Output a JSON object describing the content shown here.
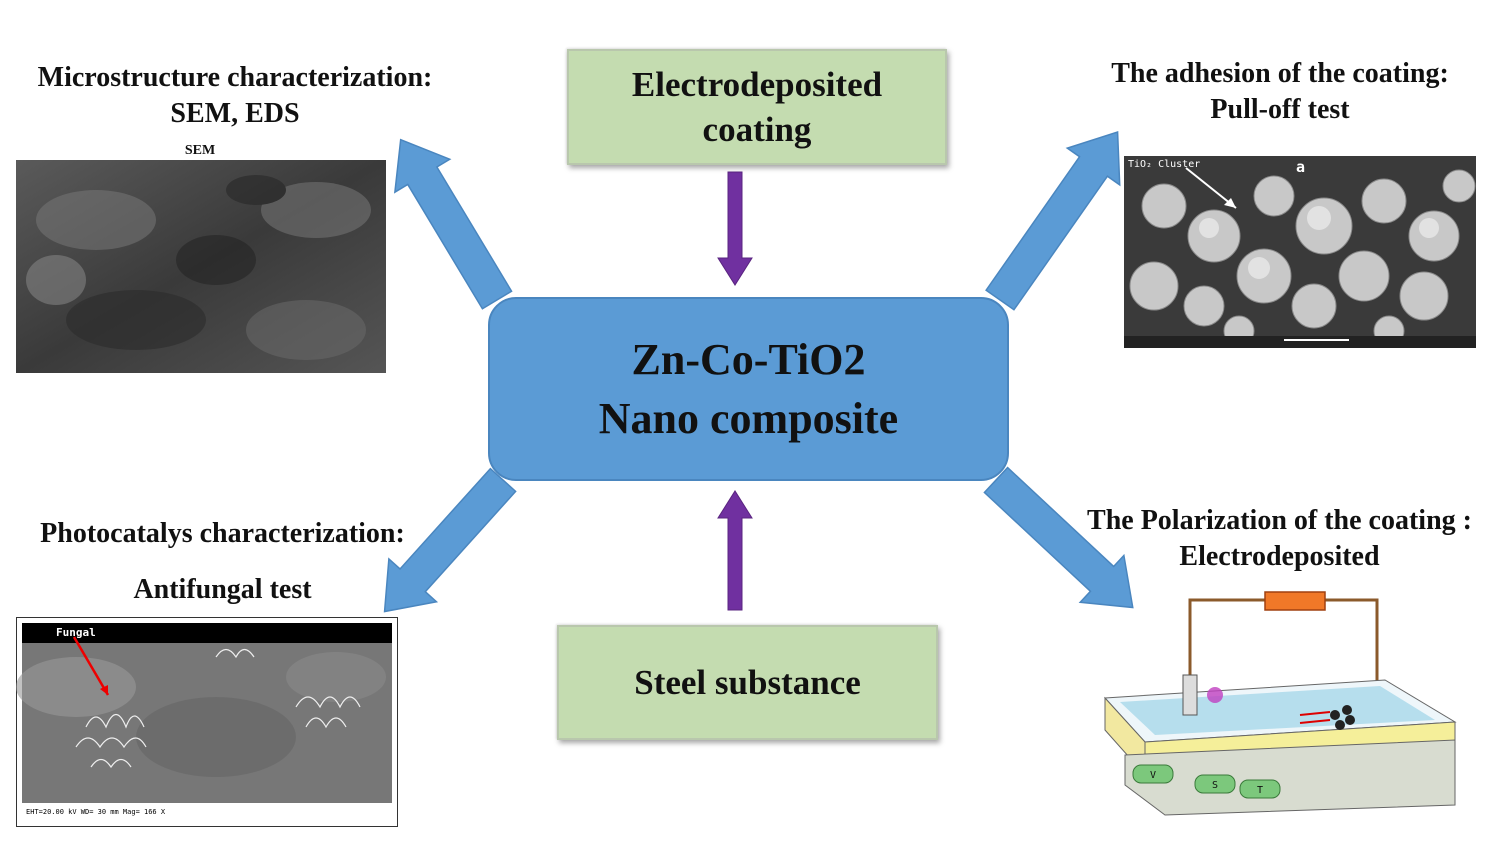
{
  "center": {
    "line1": "Zn-Co-TiO2",
    "line2": "Nano composite"
  },
  "top_box": {
    "line1": "Electrodeposited",
    "line2": "coating"
  },
  "bottom_box": {
    "line1": "Steel substance"
  },
  "top_left": {
    "line1": "Microstructure characterization:",
    "line2": "SEM, EDS",
    "image_caption": "SEM"
  },
  "top_right": {
    "line1": "The adhesion of the coating:",
    "line2": "Pull-off test",
    "image_label_cluster": "TiO₂ Cluster",
    "image_letter": "a"
  },
  "bottom_left": {
    "line1": "Photocatalys characterization:",
    "line2": "Antifungal test",
    "image_label": "Fungal",
    "image_footer": "EHT=20.00 kV    WD= 30 mm    Mag= 166 X"
  },
  "bottom_right": {
    "line1": "The Polarization of the coating :",
    "line2": "Electrodeposited",
    "panel_buttons": [
      "V",
      "S",
      "T"
    ]
  },
  "colors": {
    "center_fill": "#5b9bd5",
    "box_fill": "#c4dcb0",
    "arrow_blue": "#5b9bd5",
    "arrow_purple": "#7030a0"
  }
}
